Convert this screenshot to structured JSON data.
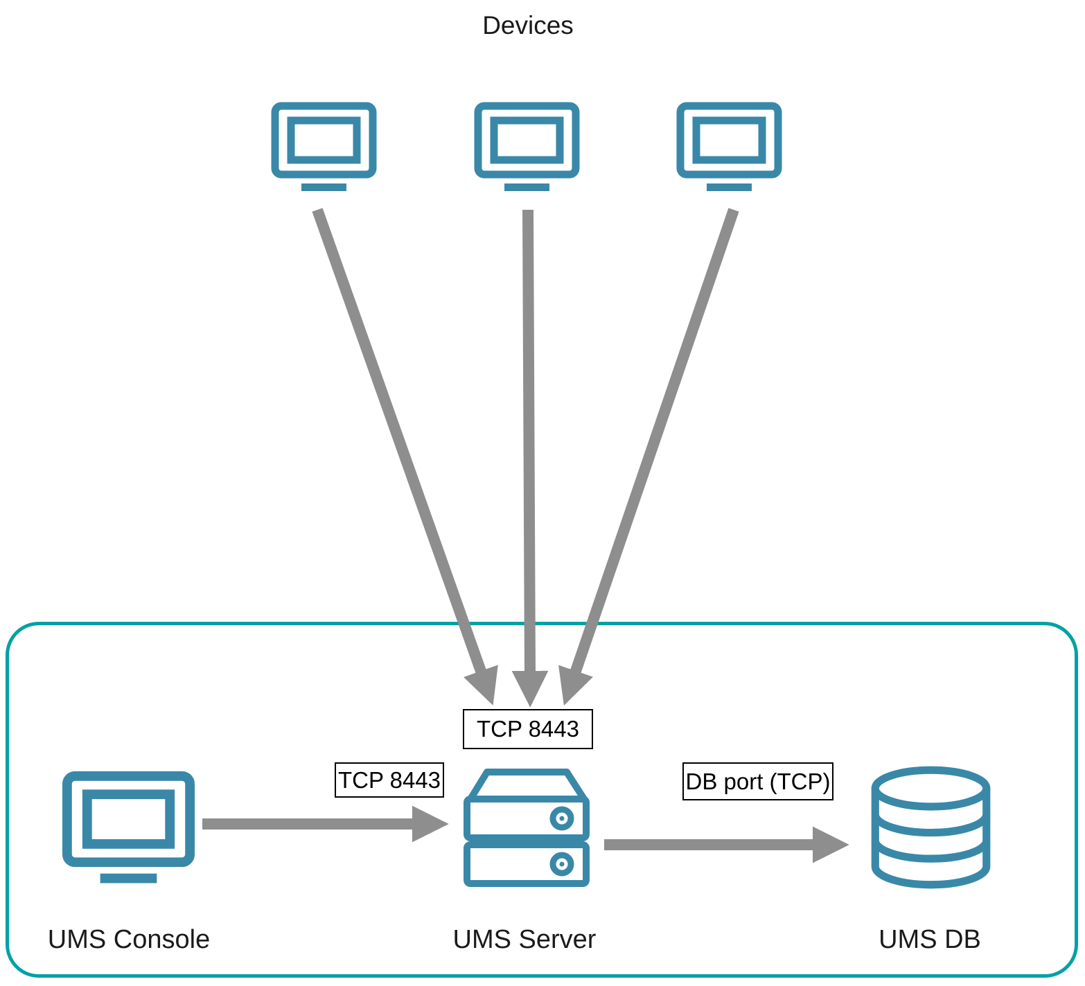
{
  "diagram": {
    "devices_group": {
      "label": "Devices",
      "device_count": 3
    },
    "nodes": {
      "ums_console": {
        "label": "UMS Console",
        "icon": "monitor-icon"
      },
      "ums_server": {
        "label": "UMS Server",
        "icon": "server-icon"
      },
      "ums_db": {
        "label": "UMS DB",
        "icon": "database-icon"
      }
    },
    "connections": {
      "devices_to_server": {
        "label": "TCP 8443"
      },
      "console_to_server": {
        "label": "TCP 8443"
      },
      "server_to_db": {
        "label": "DB port (TCP)"
      }
    },
    "colors": {
      "icon": "#3a88a8",
      "arrow": "#8e8e8e",
      "boundary": "#00a1a5",
      "label_box_border": "#000000",
      "text": "#1a1a1a"
    }
  }
}
